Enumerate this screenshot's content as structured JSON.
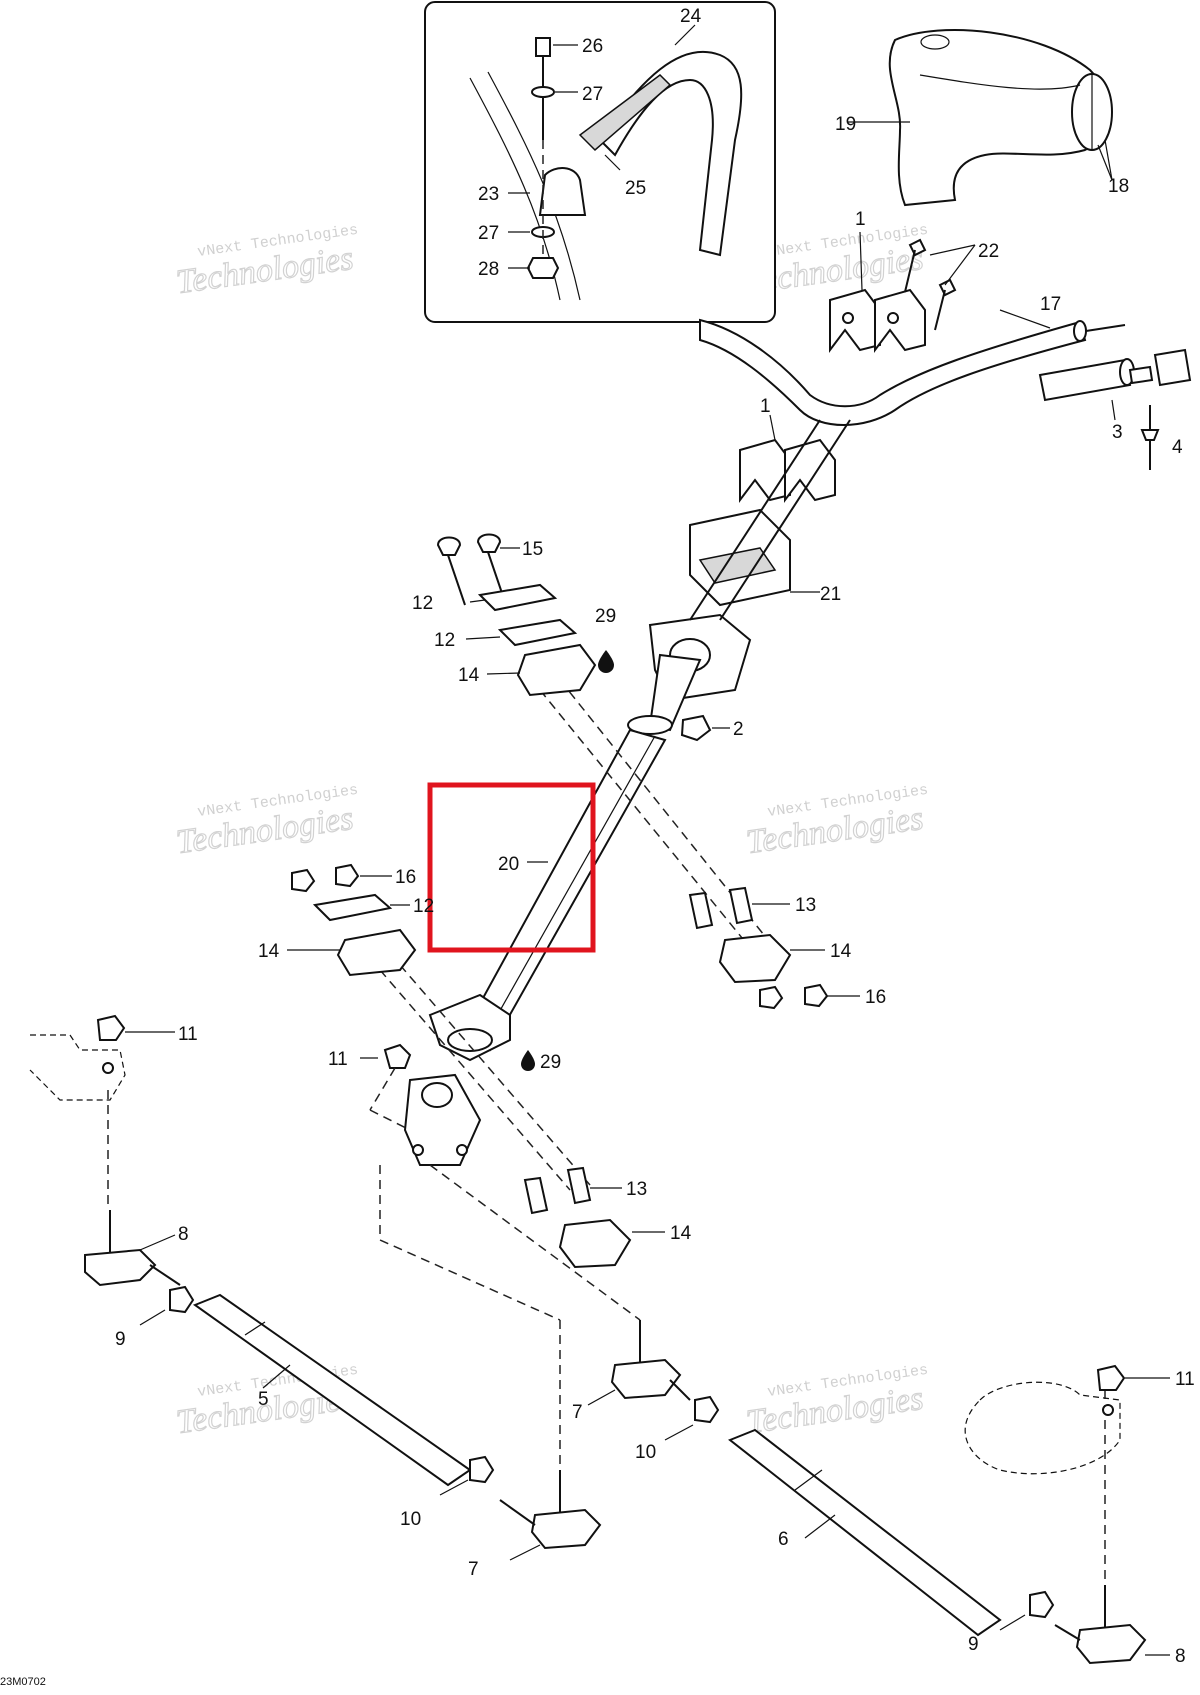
{
  "diagram": {
    "drawing_code": "23M0702",
    "highlighted_part": "20",
    "highlight_color": "#e0141e",
    "watermark": {
      "line1": "vNext Technologies",
      "line2": "Technologies"
    },
    "callouts": {
      "c1a": "1",
      "c1b": "1",
      "c2": "2",
      "c3": "3",
      "c4": "4",
      "c5": "5",
      "c6": "6",
      "c7a": "7",
      "c7b": "7",
      "c8a": "8",
      "c8b": "8",
      "c9a": "9",
      "c9b": "9",
      "c10a": "10",
      "c10b": "10",
      "c11a": "11",
      "c11b": "11",
      "c11c": "11",
      "c12a": "12",
      "c12b": "12",
      "c12c": "12",
      "c13a": "13",
      "c13b": "13",
      "c14a": "14",
      "c14b": "14",
      "c14c": "14",
      "c14d": "14",
      "c15": "15",
      "c16a": "16",
      "c16b": "16",
      "c17": "17",
      "c18": "18",
      "c19": "19",
      "c20": "20",
      "c21": "21",
      "c22": "22",
      "c23": "23",
      "c24": "24",
      "c25": "25",
      "c26": "26",
      "c27a": "27",
      "c27b": "27",
      "c28": "28",
      "c29a": "29",
      "c29b": "29"
    }
  }
}
